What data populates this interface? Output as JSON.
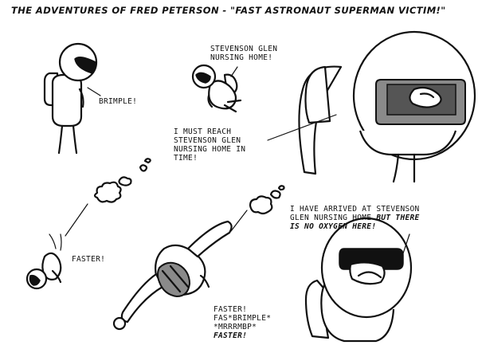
{
  "title": "THE ADVENTURES OF FRED PETERSON - \"FAST ASTRONAUT SUPERMAN VICTIM!\"",
  "captions": {
    "brimple": "BRIMPLE!",
    "nursing_home": "STEVENSON GLEN\nNURSING HOME!",
    "must_reach": "I MUST REACH\nSTEVENSON GLEN\nNURSING HOME IN\nTIME!",
    "faster_1": "FASTER!",
    "faster_2_lines": "FASTER!\nFAS*BRIMPLE*\n*MRRRMBP*",
    "faster_2_end": "FASTER!",
    "arrived_plain": "I HAVE ARRIVED AT STEVENSON\nGLEN NURSING HOME ",
    "arrived_bold": "BUT THERE\nIS NO OXYGEN HERE!"
  }
}
